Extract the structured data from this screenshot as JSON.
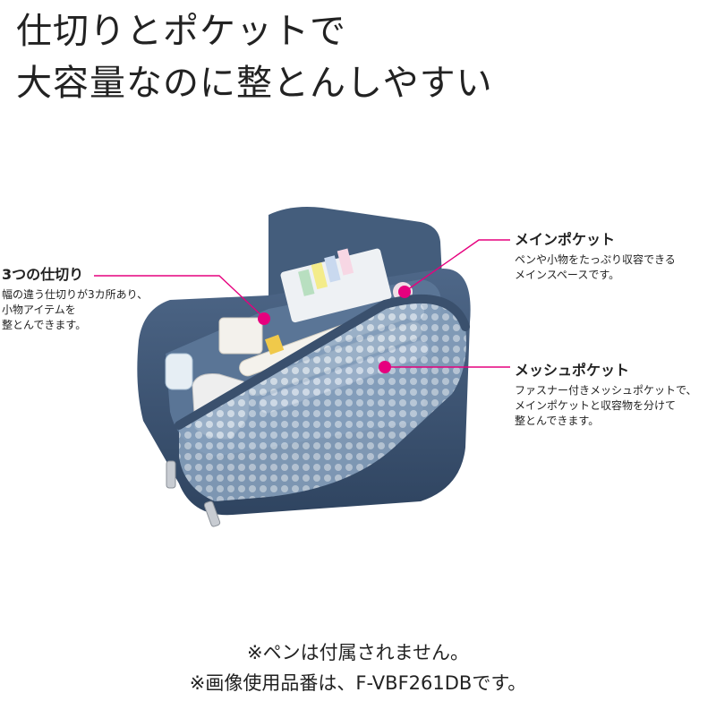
{
  "headline": {
    "line1": "仕切りとポケットで",
    "line2": "大容量なのに整とんしやすい"
  },
  "colors": {
    "accent": "#e6007e",
    "pouch": "#3d5470",
    "text": "#222222"
  },
  "callouts": {
    "dividers": {
      "title": "3つの仕切り",
      "body": "幅の違う仕切りが3カ所あり、\n小物アイテムを\n整とんできます。"
    },
    "main_pocket": {
      "title": "メインポケット",
      "body": "ペンや小物をたっぷり収容できる\nメインスペースです。"
    },
    "mesh_pocket": {
      "title": "メッシュポケット",
      "body": "ファスナー付きメッシュポケットで、\nメインポケットと収容物を分けて\n整とんできます。"
    }
  },
  "footnotes": {
    "pens_not_included": "※ペンは付属されません。",
    "model_number": "※画像使用品番は、F-VBF261DBです。"
  }
}
